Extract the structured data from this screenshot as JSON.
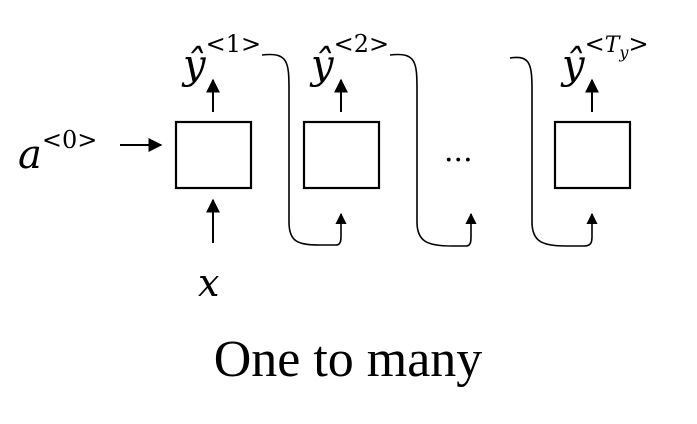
{
  "diagram": {
    "input_state": {
      "symbol": "a",
      "superscript": "<0>"
    },
    "input": {
      "symbol": "x"
    },
    "outputs": [
      {
        "symbol": "ŷ",
        "superscript": "<1>"
      },
      {
        "symbol": "ŷ",
        "superscript": "<2>"
      },
      {
        "symbol": "ŷ",
        "superscript": "<",
        "sub_symbol": "T",
        "subscript": "y",
        "closing": ">"
      }
    ],
    "ellipsis": "···",
    "caption": "One to many"
  }
}
